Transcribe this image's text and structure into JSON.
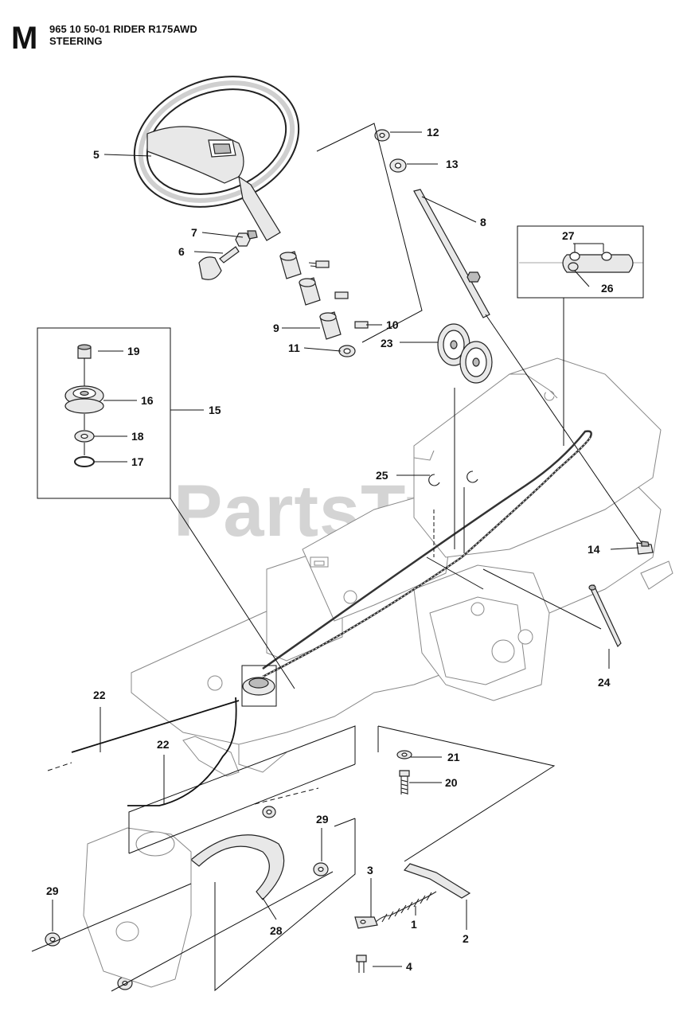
{
  "header": {
    "section_letter": "M",
    "model_line": "965 10 50-01 RIDER R175AWD",
    "section_title": "STEERING"
  },
  "watermark": "PartsTree",
  "callouts": [
    {
      "id": "c1",
      "label": "1"
    },
    {
      "id": "c2",
      "label": "2"
    },
    {
      "id": "c3",
      "label": "3"
    },
    {
      "id": "c4",
      "label": "4"
    },
    {
      "id": "c5",
      "label": "5"
    },
    {
      "id": "c6",
      "label": "6"
    },
    {
      "id": "c7",
      "label": "7"
    },
    {
      "id": "c8",
      "label": "8"
    },
    {
      "id": "c9",
      "label": "9"
    },
    {
      "id": "c10",
      "label": "10"
    },
    {
      "id": "c11",
      "label": "11"
    },
    {
      "id": "c12",
      "label": "12"
    },
    {
      "id": "c13",
      "label": "13"
    },
    {
      "id": "c14",
      "label": "14"
    },
    {
      "id": "c15",
      "label": "15"
    },
    {
      "id": "c16",
      "label": "16"
    },
    {
      "id": "c17",
      "label": "17"
    },
    {
      "id": "c18",
      "label": "18"
    },
    {
      "id": "c19",
      "label": "19"
    },
    {
      "id": "c20",
      "label": "20"
    },
    {
      "id": "c21",
      "label": "21"
    },
    {
      "id": "c22a",
      "label": "22"
    },
    {
      "id": "c22b",
      "label": "22"
    },
    {
      "id": "c23",
      "label": "23"
    },
    {
      "id": "c24",
      "label": "24"
    },
    {
      "id": "c25",
      "label": "25"
    },
    {
      "id": "c26",
      "label": "26"
    },
    {
      "id": "c27",
      "label": "27"
    },
    {
      "id": "c28",
      "label": "28"
    },
    {
      "id": "c29a",
      "label": "29"
    },
    {
      "id": "c29b",
      "label": "29"
    }
  ]
}
